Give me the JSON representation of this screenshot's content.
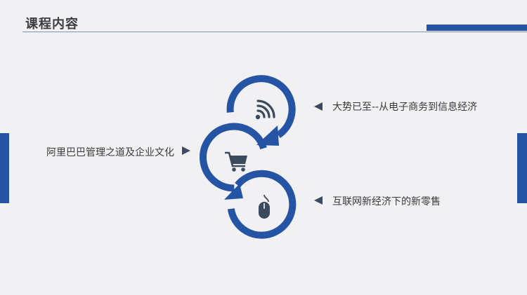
{
  "slide": {
    "title": "课程内容"
  },
  "items": [
    {
      "label": "大势已至--从电子商务到信息经济",
      "icon": "wifi-signal-icon"
    },
    {
      "label": "阿里巴巴管理之道及企业文化",
      "icon": "shopping-cart-icon"
    },
    {
      "label": "互联网新经济下的新零售",
      "icon": "computer-mouse-icon"
    }
  ],
  "colors": {
    "accent": "#2654a4",
    "icon": "#3c4a5d",
    "background": "#f1f1f3"
  }
}
